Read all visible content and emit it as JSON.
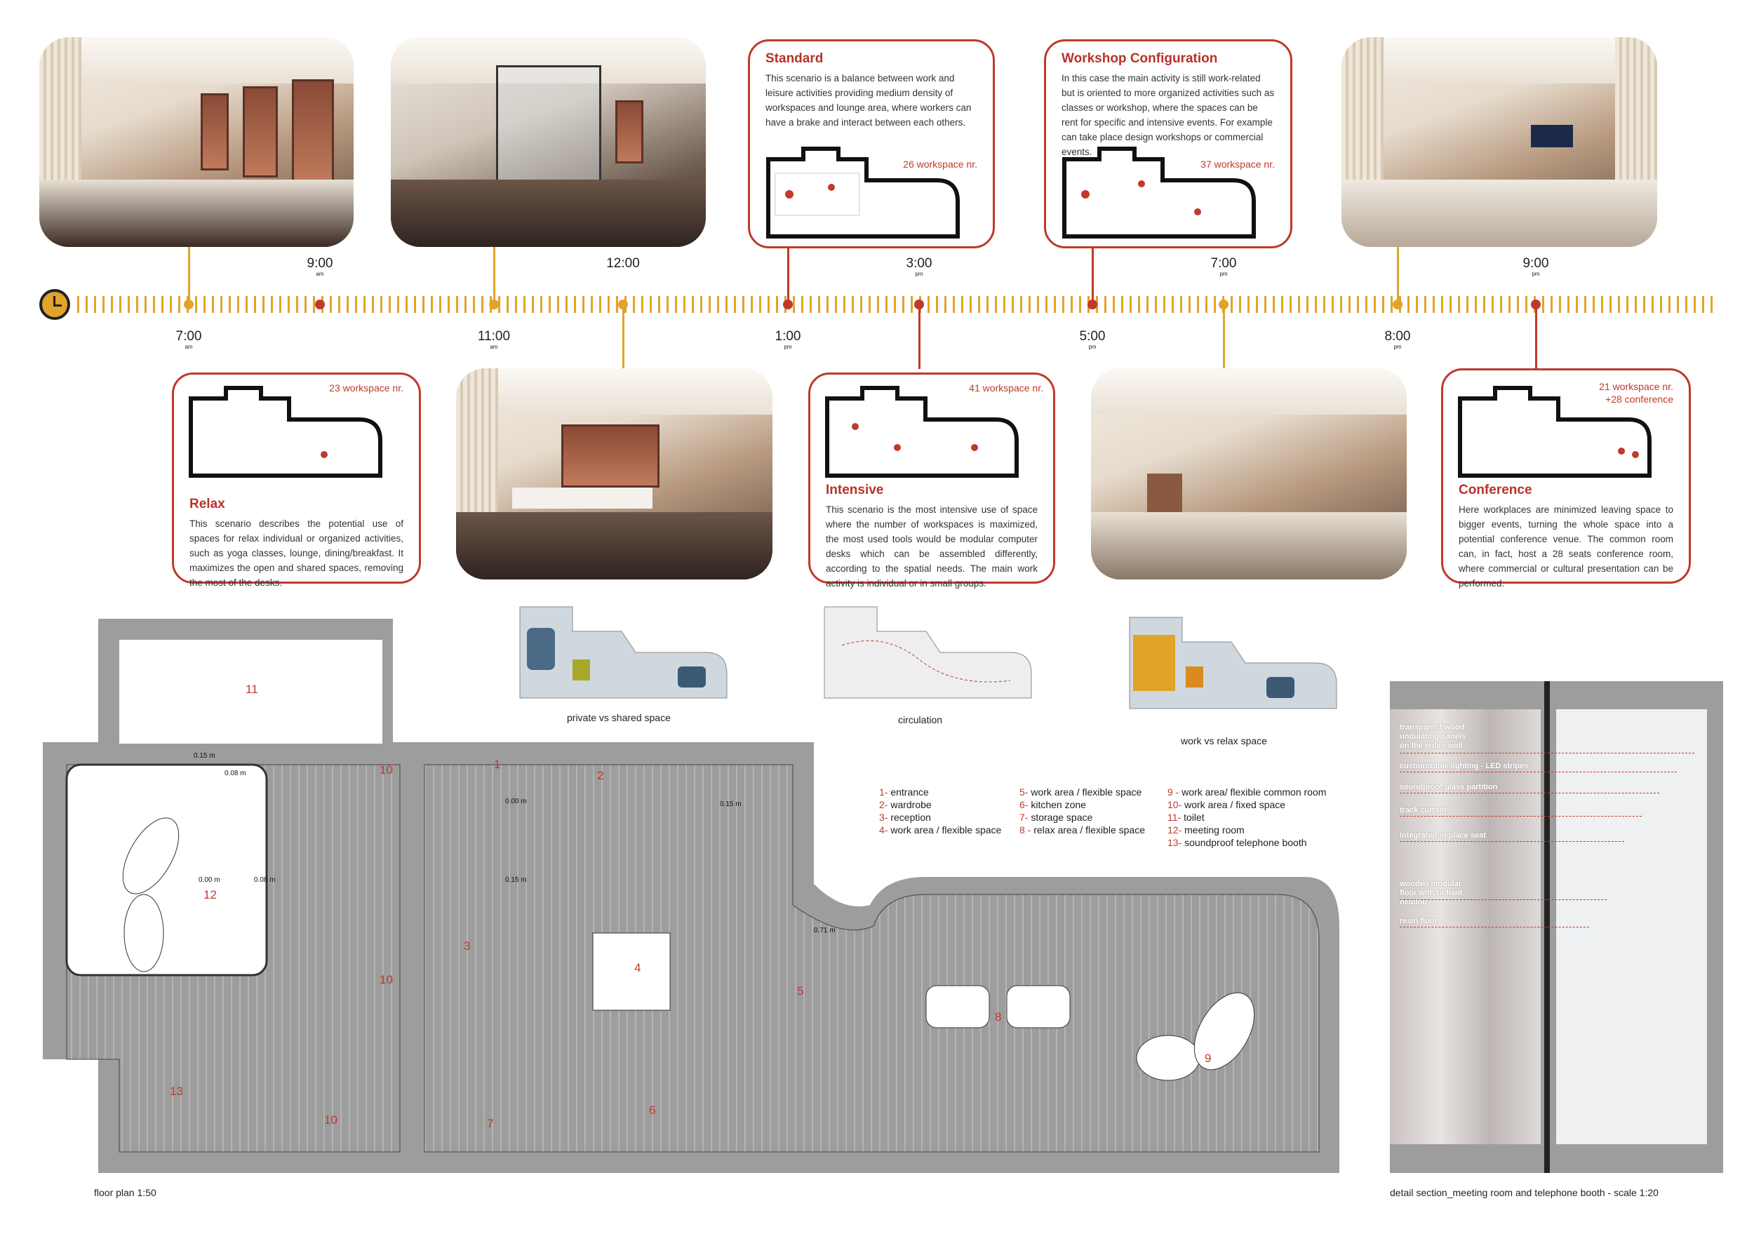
{
  "colors": {
    "accent_red": "#c0392b",
    "timeline_orange": "#e2a32a",
    "wall_gray": "#9d9d9d"
  },
  "timeline": {
    "icon": "clock-icon",
    "times": [
      {
        "time": "7:00",
        "period": "am",
        "color": "orange",
        "side": "below"
      },
      {
        "time": "9:00",
        "period": "am",
        "color": "red",
        "side": "above"
      },
      {
        "time": "11:00",
        "period": "am",
        "color": "orange",
        "side": "below"
      },
      {
        "time": "12:00",
        "period": "",
        "color": "orange",
        "side": "above"
      },
      {
        "time": "1:00",
        "period": "pm",
        "color": "red",
        "side": "below"
      },
      {
        "time": "3:00",
        "period": "pm",
        "color": "red",
        "side": "above"
      },
      {
        "time": "5:00",
        "period": "pm",
        "color": "red",
        "side": "below"
      },
      {
        "time": "7:00",
        "period": "pm",
        "color": "orange",
        "side": "above"
      },
      {
        "time": "8:00",
        "period": "pm",
        "color": "orange",
        "side": "below"
      },
      {
        "time": "9:00",
        "period": "pm",
        "color": "red",
        "side": "above"
      }
    ]
  },
  "scenarios": {
    "standard": {
      "title": "Standard",
      "text": "This scenario is a balance between work and leisure activities providing medium density of workspaces and lounge area, where workers can have a brake and interact between each others.",
      "count": "26 workspace nr."
    },
    "workshop": {
      "title": "Workshop Configuration",
      "text": "In this case the main activity is still work-related but is oriented to more organized activities such as classes or workshop, where the spaces can be rent for specific and intensive events. For example can take place design workshops or commercial events.",
      "count": "37 workspace nr."
    },
    "relax": {
      "title": "Relax",
      "text": "This scenario describes the potential use of spaces for relax individual or organized activities, such as yoga classes, lounge, dining/breakfast. It maximizes the open and shared spaces, removing the most of the desks.",
      "count": "23 workspace nr."
    },
    "intensive": {
      "title": "Intensive",
      "text": "This scenario is the most intensive use of space where the number of workspaces is maximized, the most used tools would be modular computer desks which can be assembled differently, according to the spatial needs. The main work activity is individual or in small groups.",
      "count": "41 workspace nr."
    },
    "conference": {
      "title": "Conference",
      "text": "Here workplaces are minimized  leaving space to bigger events, turning the whole space into a potential conference venue. The common room can, in fact, host a 28 seats conference room, where commercial or cultural presentation can be performed.",
      "count1": "21 workspace nr.",
      "count2": "+28 conference"
    }
  },
  "diagrams": [
    {
      "label": "private vs shared space"
    },
    {
      "label": "circulation"
    },
    {
      "label": "work vs relax space"
    }
  ],
  "legend": {
    "col1": [
      {
        "n": "1-",
        "t": " entrance"
      },
      {
        "n": "2-",
        "t": " wardrobe"
      },
      {
        "n": "3-",
        "t": " reception"
      },
      {
        "n": "4-",
        "t": " work area / flexible space"
      }
    ],
    "col2": [
      {
        "n": "5-",
        "t": " work area / flexible space"
      },
      {
        "n": "6-",
        "t": " kitchen zone"
      },
      {
        "n": "7-",
        "t": " storage space"
      },
      {
        "n": "8 -",
        "t": " relax area / flexible space"
      }
    ],
    "col3": [
      {
        "n": "9 -",
        "t": " work area/ flexible common room"
      },
      {
        "n": "10-",
        "t": " work area / fixed space"
      },
      {
        "n": "11-",
        "t": " toilet"
      },
      {
        "n": "12-",
        "t": " meeting room"
      },
      {
        "n": "13-",
        "t": " soundproof telephone booth"
      }
    ]
  },
  "floorplan": {
    "rooms": [
      "1",
      "2",
      "3",
      "4",
      "5",
      "6",
      "7",
      "8",
      "9",
      "10",
      "10",
      "10",
      "11",
      "12",
      "13"
    ],
    "levels": [
      "0.15 m",
      "0.08 m",
      "0.00 m",
      "0.15 m",
      "0.15 m",
      "0.00 m",
      "0.08 m",
      "0.71 m"
    ],
    "caption": "floor plan 1:50"
  },
  "section": {
    "labels": [
      "transparent wood undulating panels on the entire wall",
      "customizable lighting - LED stripes",
      "soundproof glass partition",
      "track curtain",
      "integrated in-place seat",
      "wooden modular floor with radiant heating",
      "resin floor"
    ],
    "caption": "detail section_meeting room and telephone booth - scale 1:20"
  }
}
